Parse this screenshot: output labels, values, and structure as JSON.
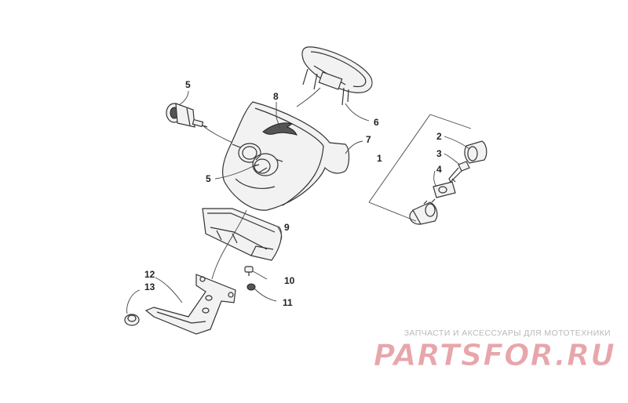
{
  "diagram": {
    "callouts": [
      "1",
      "2",
      "3",
      "4",
      "5",
      "5",
      "6",
      "7",
      "8",
      "9",
      "10",
      "11",
      "12",
      "13"
    ]
  },
  "watermark": {
    "tagline": "ЗАПЧАСТИ И АКСЕССУАРЫ ДЛЯ МОТОТЕХНИКИ",
    "brand": "PARTSFOR.RU"
  }
}
